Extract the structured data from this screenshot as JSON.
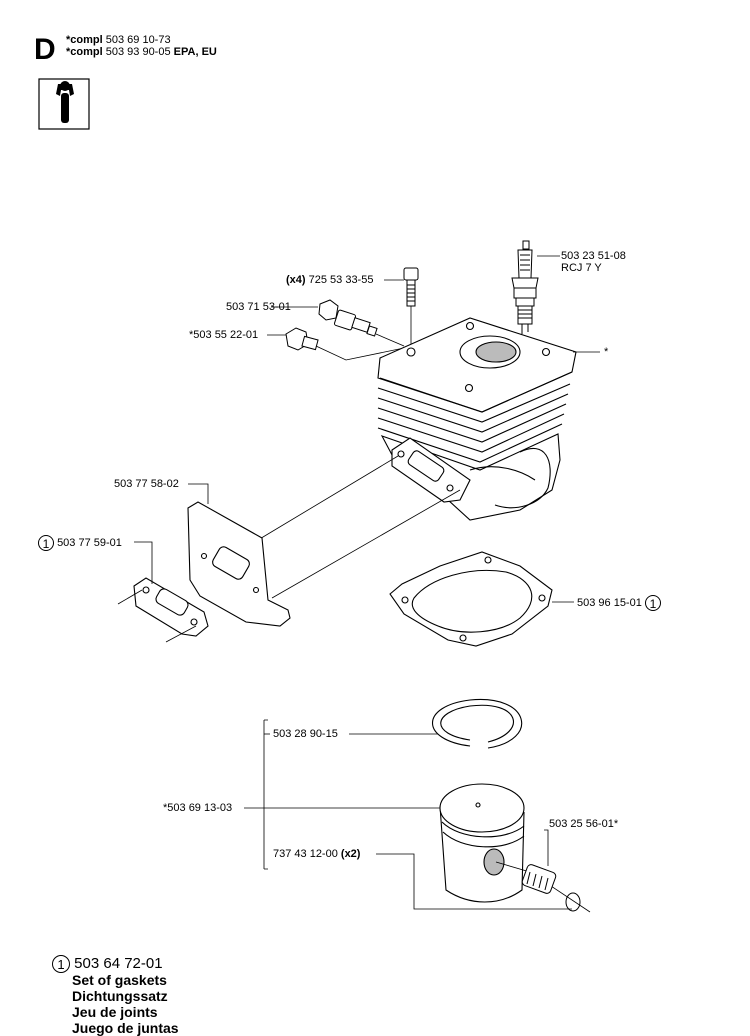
{
  "header": {
    "section_letter": "D",
    "line1_prefix": "*compl",
    "line1_number": "503 69 10-73",
    "line2_prefix": "*compl",
    "line2_number": "503 93 90-05",
    "line2_suffix": "EPA, EU"
  },
  "icon": "service-tool-icon",
  "callouts": {
    "spark_plug_number": "503 23 51-08",
    "spark_plug_type": "RCJ 7 Y",
    "screw_qty": "(x4)",
    "screw_number": "725 53 33-55",
    "valve_number": "503 71 53-01",
    "plug_number": "*503 55 22-01",
    "cylinder_marker": "*",
    "muffler_plate_number": "503 77 58-02",
    "exhaust_gasket_marker": "1",
    "exhaust_gasket_number": "503 77 59-01",
    "base_gasket_number": "503 96 15-01",
    "base_gasket_marker": "1",
    "piston_ring_number": "503 28 90-15",
    "piston_assy_number": "*503 69 13-03",
    "needle_bearing_number": "503 25 56-01*",
    "circlip_number": "737 43 12-00",
    "circlip_qty": "(x2)"
  },
  "legend": {
    "marker": "1",
    "kit_number": "503 64 72-01",
    "names": [
      "Set of gaskets",
      "Dichtungssatz",
      "Jeu de joints",
      "Juego de juntas"
    ]
  }
}
